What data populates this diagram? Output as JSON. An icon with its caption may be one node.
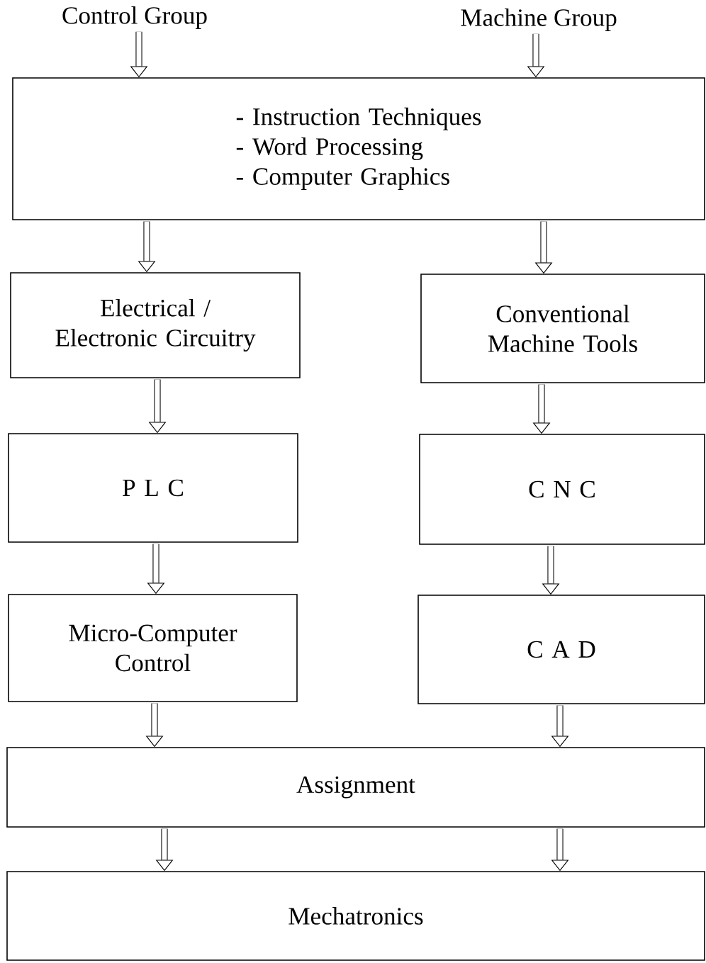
{
  "diagram": {
    "nodes": [
      {
        "text": [
          "Control Group"
        ]
      },
      {
        "text": [
          "Machine Group"
        ]
      },
      {
        "text": [
          "- Instruction Techniques",
          "- Word Processing",
          "- Computer Graphics"
        ]
      },
      {
        "text": [
          "Electrical / Electronic Circuitry"
        ]
      },
      {
        "text": [
          "Conventional Machine Tools"
        ]
      },
      {
        "text": [
          "P L C"
        ]
      },
      {
        "text": [
          "C N C"
        ]
      },
      {
        "text": [
          "Micro-Computer Control"
        ]
      },
      {
        "text": [
          "C A D"
        ]
      },
      {
        "text": [
          "Assignment"
        ]
      },
      {
        "text": [
          "Mechatronics"
        ]
      }
    ],
    "edges": [
      {
        "from": 0,
        "to": 2,
        "arrow": "to"
      },
      {
        "from": 1,
        "to": 2,
        "arrow": "to"
      },
      {
        "from": 2,
        "to": 3,
        "arrow": "to"
      },
      {
        "from": 2,
        "to": 4,
        "arrow": "to"
      },
      {
        "from": 3,
        "to": 5,
        "arrow": "to"
      },
      {
        "from": 4,
        "to": 6,
        "arrow": "to"
      },
      {
        "from": 5,
        "to": 7,
        "arrow": "to"
      },
      {
        "from": 6,
        "to": 8,
        "arrow": "to"
      },
      {
        "from": 7,
        "to": 9,
        "arrow": "to"
      },
      {
        "from": 8,
        "to": 9,
        "arrow": "to"
      },
      {
        "from": 9,
        "to": 10,
        "arrow": "to"
      },
      {
        "from": 9,
        "to": 10,
        "arrow": "to"
      }
    ]
  }
}
